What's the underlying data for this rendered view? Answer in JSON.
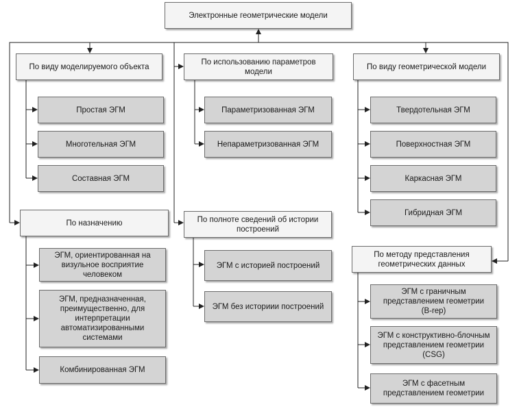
{
  "root": "Электронные геометрические модели",
  "categories": {
    "object_kind": "По виду моделируемого объекта",
    "parameters": "По использованию параметров\nмодели",
    "geometry_kind": "По виду геометрической модели",
    "purpose": "По назначению",
    "history": "По полноте сведений об истории\nпостроений",
    "representation": "По методу представления\nгеометрических данных"
  },
  "object_kind_items": [
    "Простая ЭГМ",
    "Многотельная ЭГМ",
    "Составная ЭГМ"
  ],
  "parameters_items": [
    "Параметризованная ЭГМ",
    "Непараметризованная ЭГМ"
  ],
  "geometry_kind_items": [
    "Твердотельная ЭГМ",
    "Поверхностная ЭГМ",
    "Каркасная ЭГМ",
    "Гибридная ЭГМ"
  ],
  "purpose_items": [
    "ЭГМ, ориентированная на\nвизульное восприятие\nчеловеком",
    "ЭГМ, предназначенная,\nпреимущественно, для\nинтерпретации\nавтоматизированными\nсистемами",
    "Комбинированная ЭГМ"
  ],
  "history_items": [
    "ЭГМ с историей построений",
    "ЭГМ без историии построений"
  ],
  "representation_items": [
    "ЭГМ с граничным\nпредставлением геометрии\n(B-rep)",
    "ЭГМ с конструктивно-блочным\nпредставлением геометрии\n(CSG)",
    "ЭГМ с фасетным\nпредставлением геометрии"
  ]
}
